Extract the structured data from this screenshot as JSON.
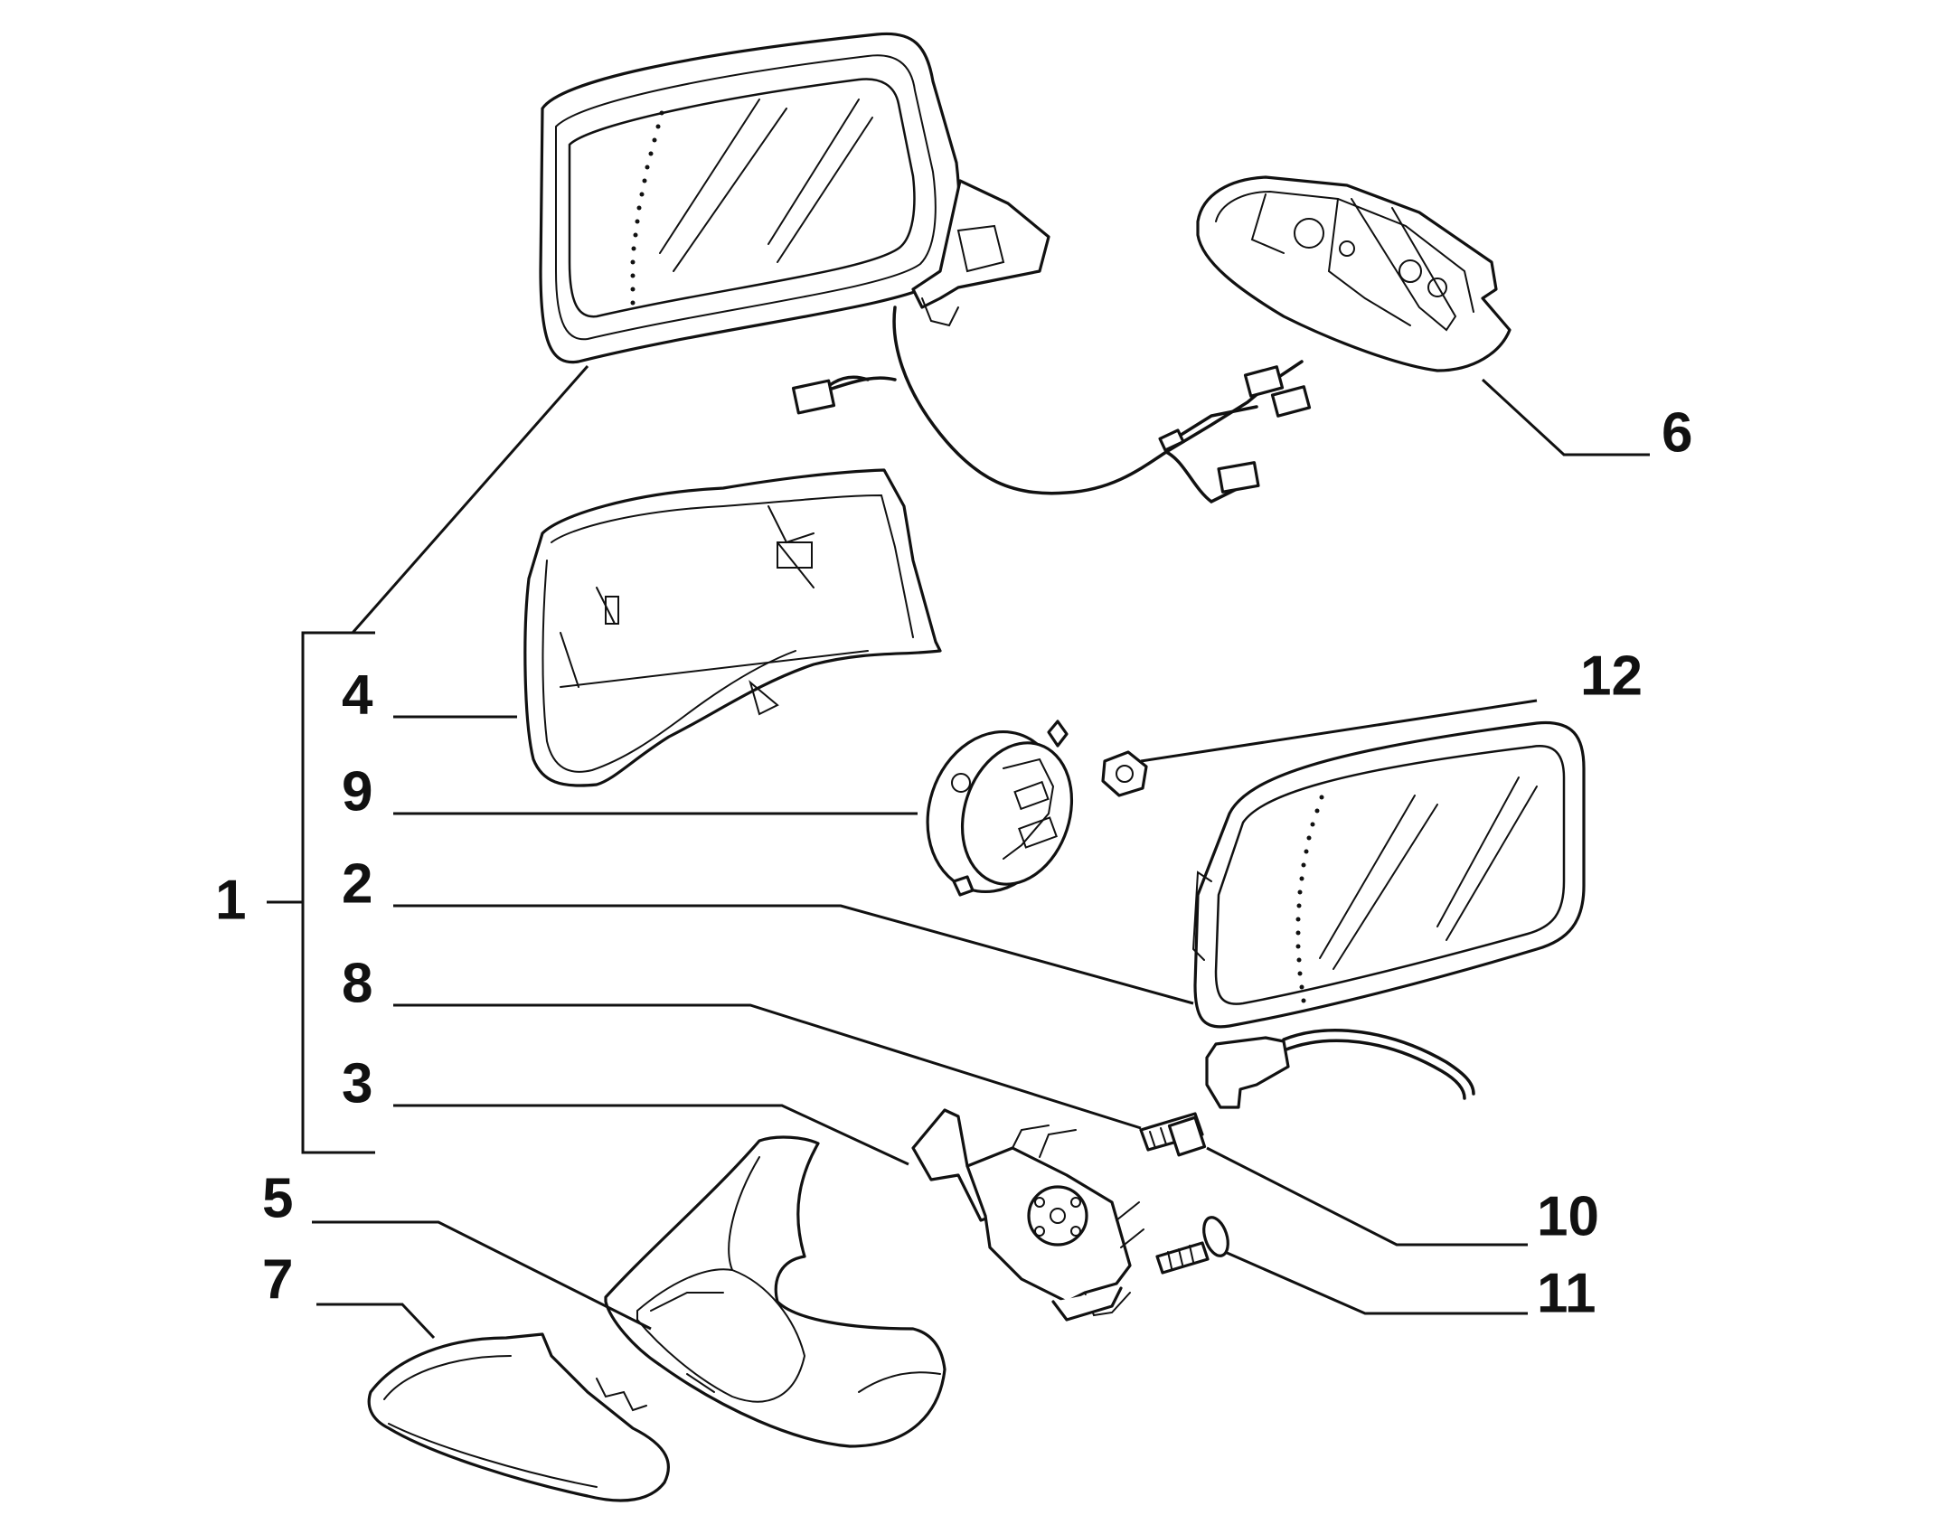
{
  "diagram": {
    "callouts": [
      {
        "id": "1",
        "label": "1"
      },
      {
        "id": "2",
        "label": "2"
      },
      {
        "id": "3",
        "label": "3"
      },
      {
        "id": "4",
        "label": "4"
      },
      {
        "id": "5",
        "label": "5"
      },
      {
        "id": "6",
        "label": "6"
      },
      {
        "id": "7",
        "label": "7"
      },
      {
        "id": "8",
        "label": "8"
      },
      {
        "id": "9",
        "label": "9"
      },
      {
        "id": "10",
        "label": "10"
      },
      {
        "id": "11",
        "label": "11"
      },
      {
        "id": "12",
        "label": "12"
      }
    ],
    "parts": [
      "mirror-assembly",
      "mirror-glass",
      "adjustment-motor",
      "cover-shell",
      "base-trim",
      "cover-cap",
      "side-indicator-lamp",
      "bolt",
      "actuator-disc",
      "screw",
      "self-tapping-screw",
      "nut"
    ],
    "colors": {
      "line": "#111111",
      "background": "#ffffff"
    }
  }
}
